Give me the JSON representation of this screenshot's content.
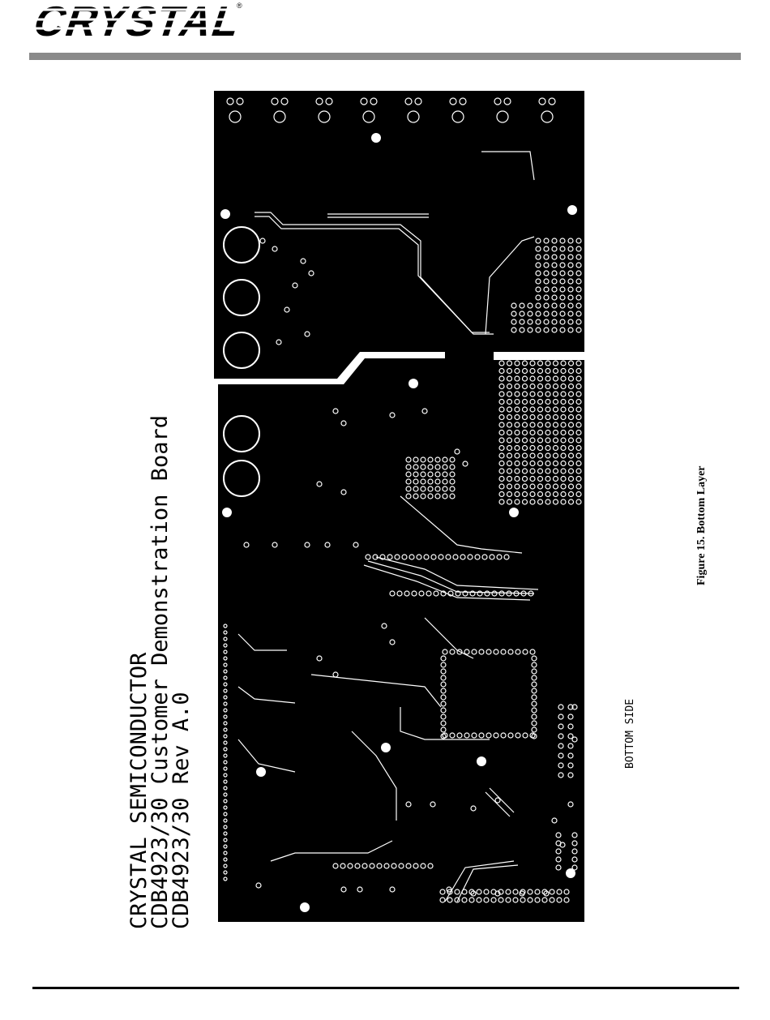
{
  "header": {
    "logo_text": "CRYSTAL",
    "registered_mark": "®"
  },
  "silkscreen": {
    "line1": "CRYSTAL SEMICONDUCTOR",
    "line2": "CDB4923/30 Customer Demonstration Board",
    "line3": "CDB4923/30 Rev A.0",
    "side_label": "BOTTOM SIDE"
  },
  "figure": {
    "caption": "Figure 15.  Bottom Layer"
  },
  "colors": {
    "board": "#000000",
    "copper": "#ffffff",
    "rule": "#8a8a8a"
  }
}
